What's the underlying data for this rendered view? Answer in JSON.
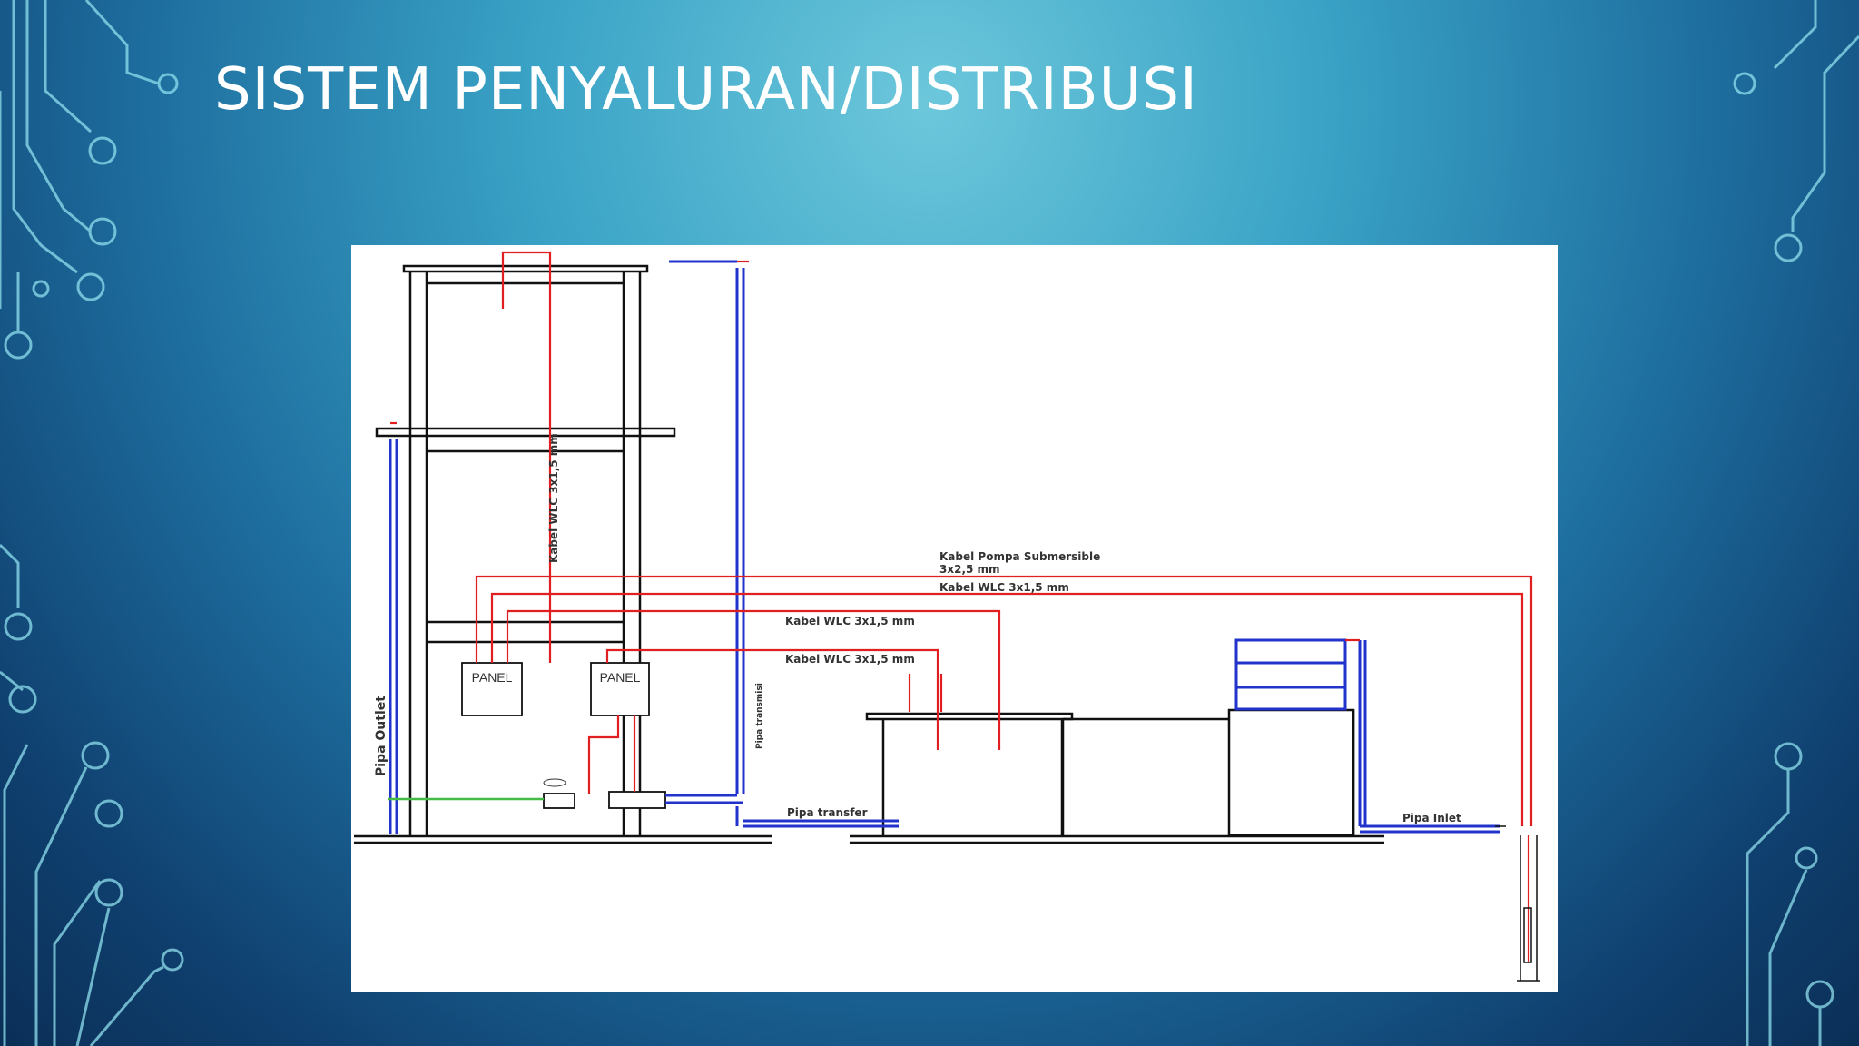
{
  "title": "SISTEM PENYALURAN/DISTRIBUSI",
  "diagram": {
    "panel_left": "PANEL",
    "panel_right": "PANEL",
    "vertical_cable": "Kabel WLC 3x1,5 mm",
    "cable_submersible_line1": "Kabel Pompa Submersible",
    "cable_submersible_line2": "3x2,5 mm",
    "cable_wlc_top": "Kabel WLC 3x1,5 mm",
    "cable_wlc_mid": "Kabel WLC 3x1,5 mm",
    "cable_wlc_low": "Kabel WLC 3x1,5 mm",
    "pipa_outlet": "Pipa Outlet",
    "pipa_transmisi": "Pipa transmisi",
    "pipa_transfer": "Pipa transfer",
    "pipa_inlet": "Pipa Inlet"
  },
  "colors": {
    "cable": "#e02020",
    "pipe": "#2233cc",
    "outlet": "#44bb44",
    "structure": "#111111"
  }
}
